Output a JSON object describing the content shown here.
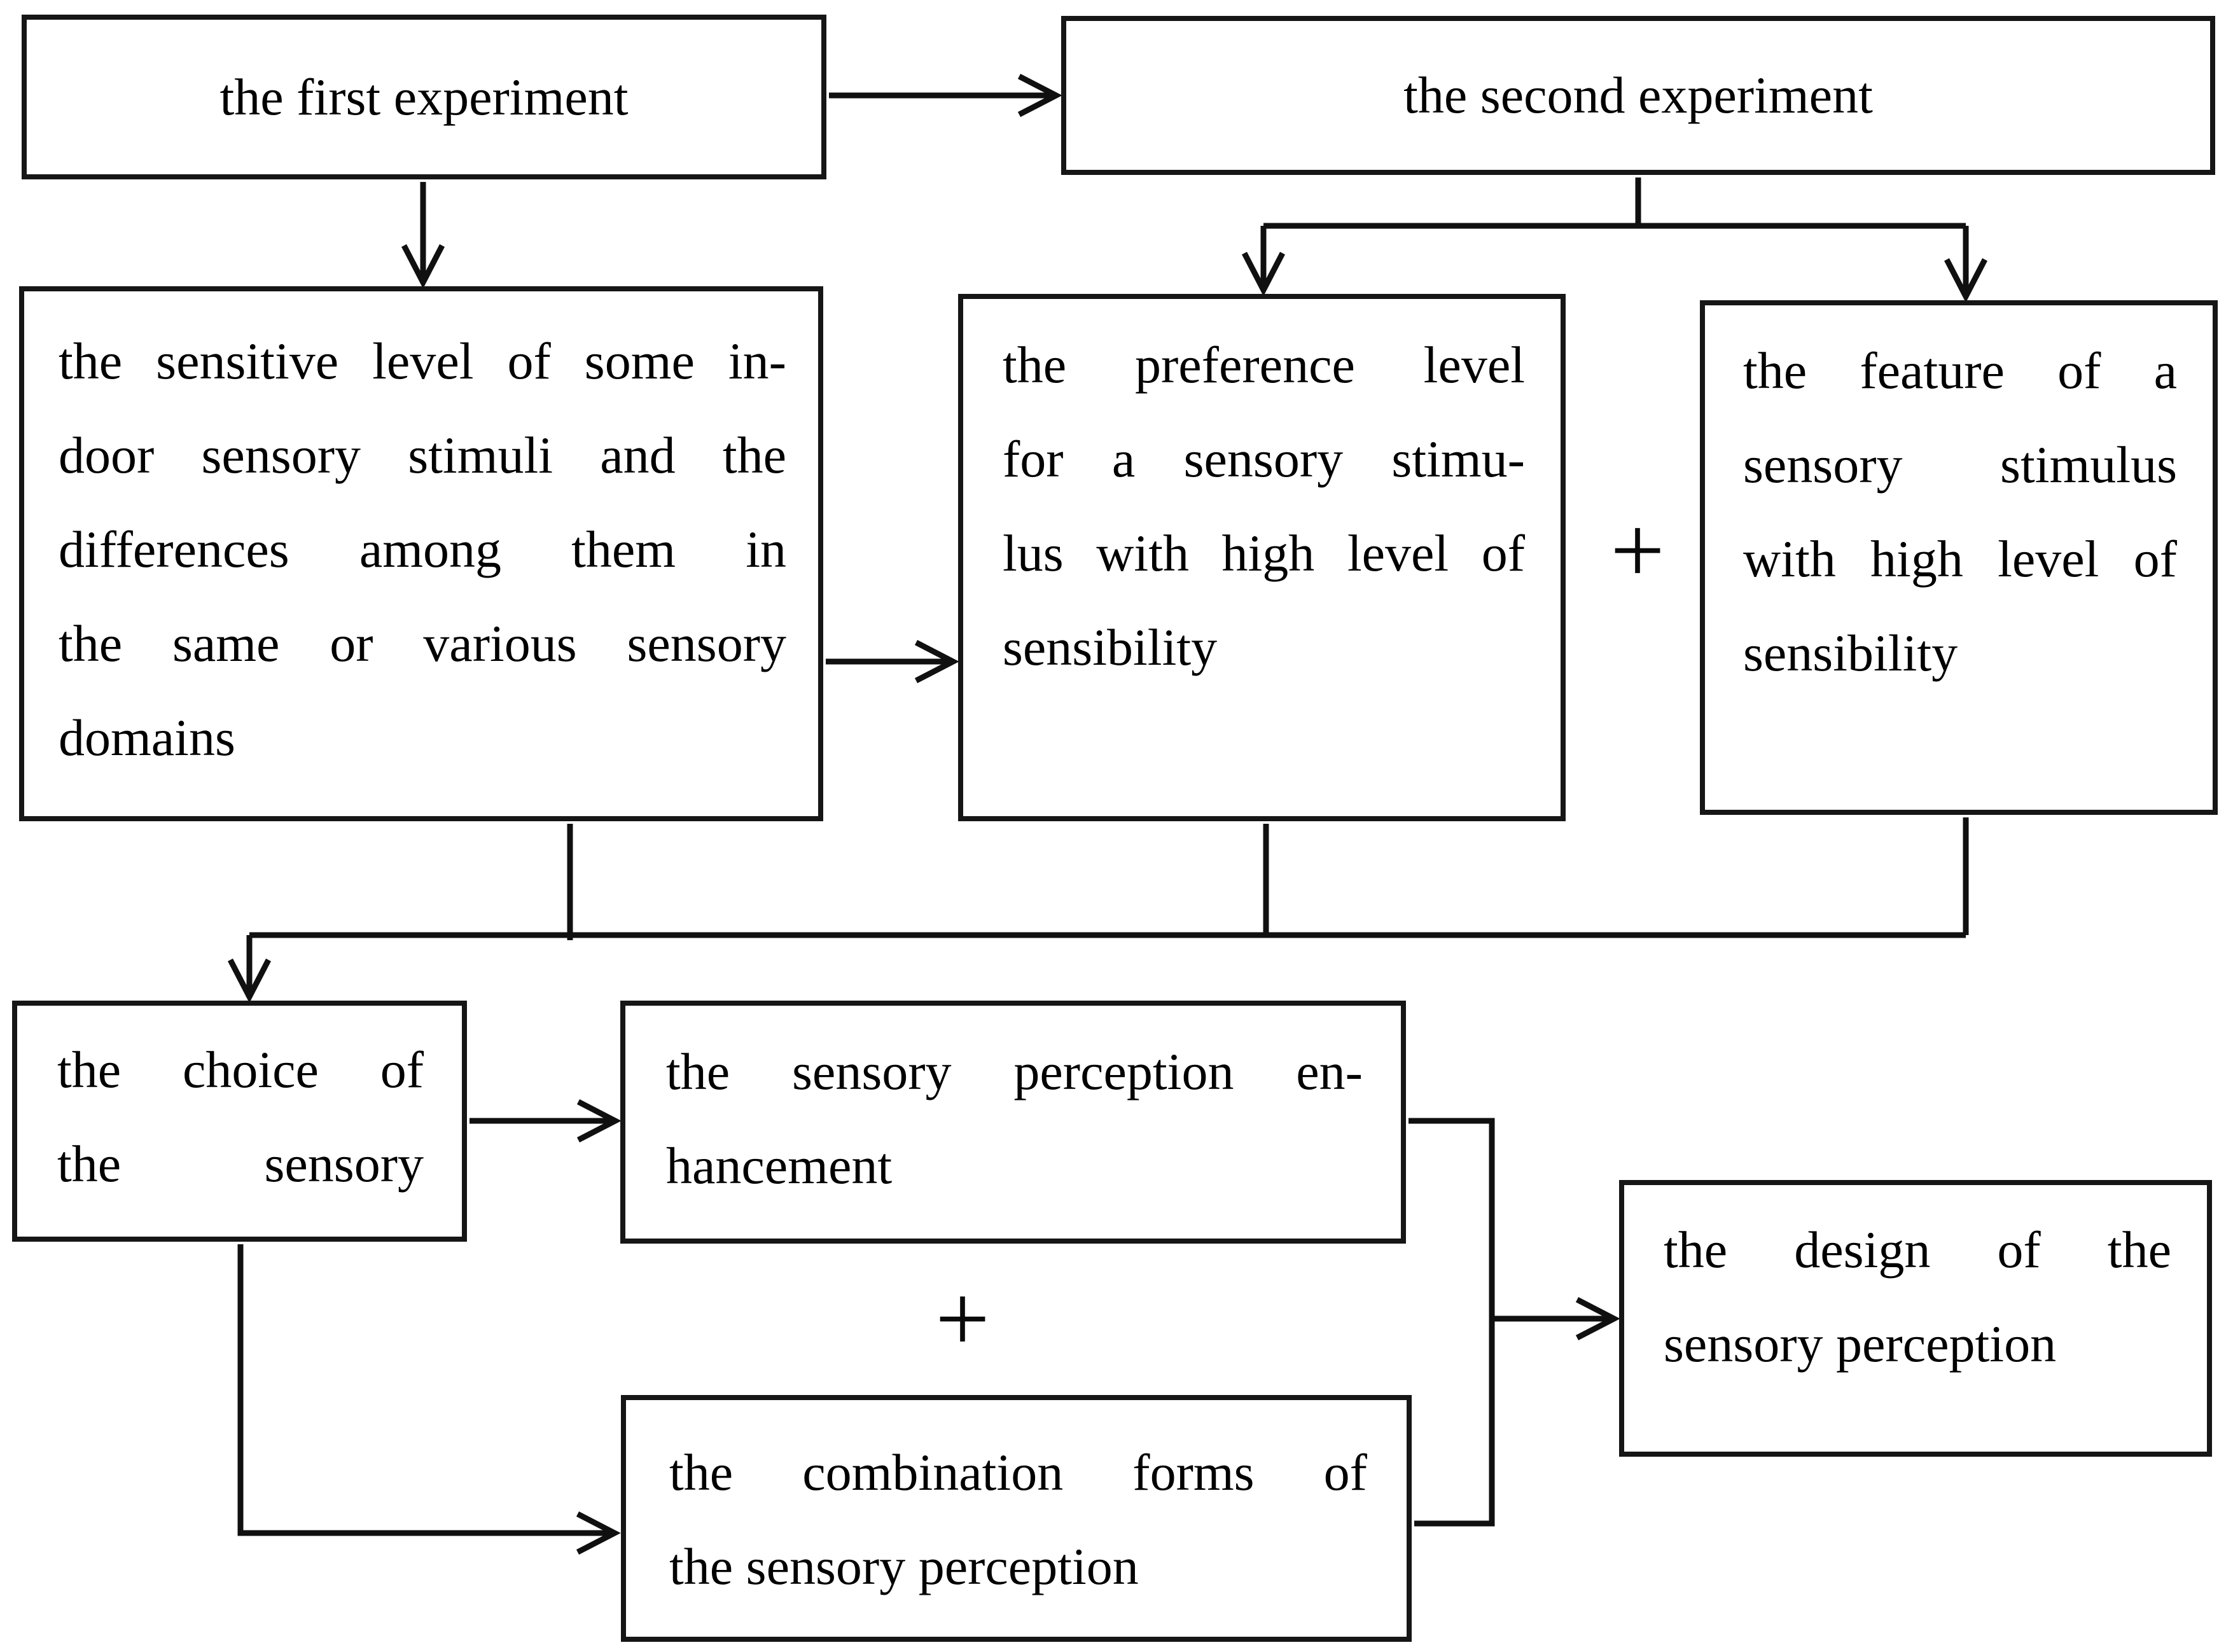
{
  "figure": {
    "background_color": "#ffffff",
    "line_color": "#101010",
    "text_color": "#000000"
  },
  "boxes": {
    "first_experiment": {
      "label": "the first experiment"
    },
    "second_experiment": {
      "label": "the second experiment"
    },
    "sensitive_level": {
      "lines": [
        "the sensitive level of some in-",
        "door sensory stimuli and the",
        "differences among them in",
        "the same or various sensory",
        "domains"
      ]
    },
    "preference_level": {
      "lines": [
        "the preference level",
        "for a sensory stimu-",
        "lus with high level of",
        "sensibility"
      ]
    },
    "feature_stimulus": {
      "lines": [
        "the feature of a",
        "sensory stimulus",
        "with high level of",
        "sensibility"
      ]
    },
    "choice_sensory": {
      "lines": [
        "the choice of",
        "the sensory"
      ]
    },
    "perception_enhancement": {
      "lines": [
        "the sensory perception en-",
        "hancement"
      ]
    },
    "combination_forms": {
      "lines": [
        "the combination forms of",
        "the sensory perception"
      ]
    },
    "design_perception": {
      "lines": [
        "the design of the",
        "sensory perception"
      ]
    }
  },
  "operators": {
    "plus_top": "+",
    "plus_bottom": "+"
  }
}
